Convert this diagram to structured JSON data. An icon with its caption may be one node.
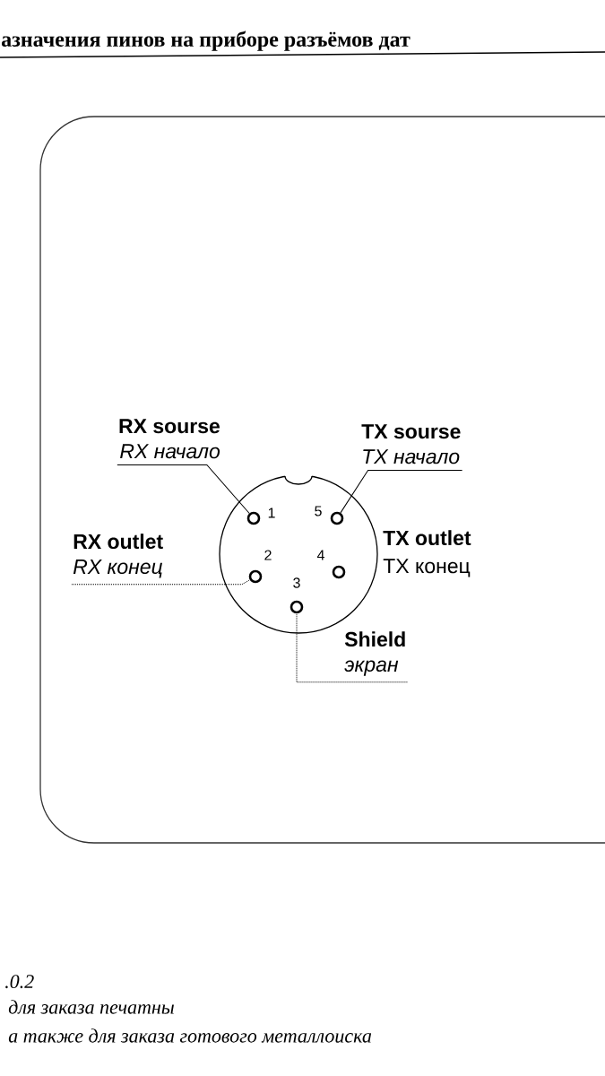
{
  "diagram": {
    "title": "азначения пинов на приборе разъёмов дат",
    "nodes": [
      {
        "text": [],
        "shape": "circle"
      },
      {
        "text": [],
        "shape": "circle",
        "in": 0,
        "beside": [
          "1"
        ]
      },
      {
        "text": [],
        "shape": "circle",
        "in": 0,
        "beside": [
          "5"
        ]
      },
      {
        "text": [],
        "shape": "circle",
        "in": 0,
        "beside": [
          "2"
        ]
      },
      {
        "text": [],
        "shape": "circle",
        "in": 0,
        "beside": [
          "4"
        ]
      },
      {
        "text": [],
        "shape": "circle",
        "in": 0,
        "beside": [
          "3"
        ]
      },
      {
        "text": [
          "RX sourse",
          "RX начало"
        ]
      },
      {
        "text": [
          "TX sourse",
          "TX начало"
        ]
      },
      {
        "text": [
          "RX outlet",
          "RX конец"
        ]
      },
      {
        "text": [
          "Shield",
          "экран"
        ]
      }
    ],
    "edges": [
      {
        "from": 6,
        "to": 1,
        "arrow": "none"
      },
      {
        "from": 7,
        "to": 2,
        "arrow": "none"
      },
      {
        "from": 8,
        "to": 3,
        "arrow": "none",
        "style": "dashed"
      },
      {
        "from": 9,
        "to": 5,
        "arrow": "none",
        "style": "dashed"
      }
    ],
    "labels": [
      "TX outlet",
      "TX конец",
      ".0.2",
      "для заказа печатны",
      "а также для заказа готового металлоиска"
    ]
  }
}
